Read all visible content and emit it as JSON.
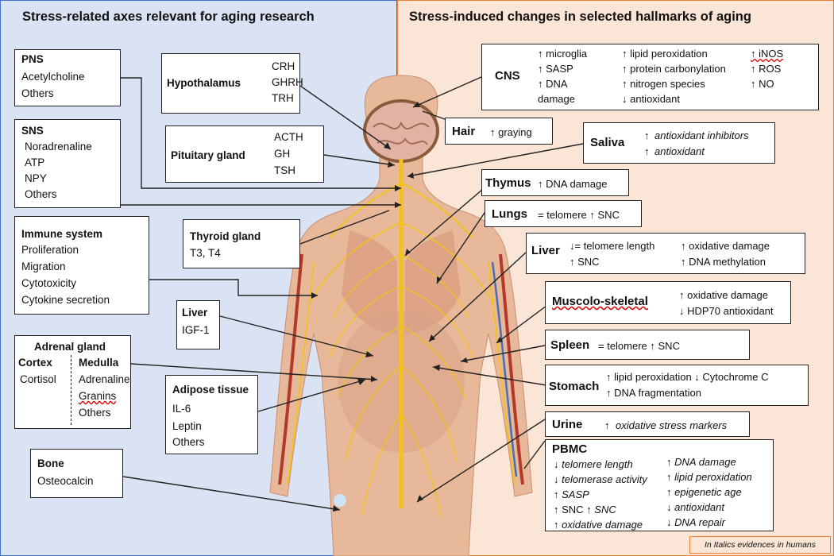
{
  "left_heading": "Stress-related axes relevant for aging research",
  "right_heading": "Stress-induced changes in selected hallmarks of aging",
  "left": {
    "pns": {
      "title": "PNS",
      "items": [
        "Acetylcholine",
        "Others"
      ]
    },
    "sns": {
      "title": "SNS",
      "items": [
        "Noradrenaline",
        "ATP",
        "NPY",
        "Others"
      ]
    },
    "immune": {
      "title": "Immune system",
      "items": [
        "Proliferation",
        "Migration",
        "Cytotoxicity",
        "Cytokine secretion"
      ]
    },
    "adrenal": {
      "title": "Adrenal gland",
      "cortex": "Cortex",
      "cortex_item": "Cortisol",
      "medulla": "Medulla",
      "medulla_items": [
        "Adrenaline",
        "Granins",
        "Others"
      ]
    },
    "bone": {
      "title": "Bone",
      "items": [
        "Osteocalcin"
      ]
    },
    "hypothalamus": {
      "title": "Hypothalamus",
      "items": [
        "CRH",
        "GHRH",
        "TRH"
      ]
    },
    "pituitary": {
      "title": "Pituitary gland",
      "items": [
        "ACTH",
        "GH",
        "TSH"
      ]
    },
    "thyroid": {
      "title": "Thyroid gland",
      "items": [
        "T3, T4"
      ]
    },
    "liver": {
      "title": "Liver",
      "items": [
        "IGF-1"
      ]
    },
    "adipose": {
      "title": "Adipose tissue",
      "items": [
        "IL-6",
        "Leptin",
        "Others"
      ]
    }
  },
  "right": {
    "cns": {
      "title": "CNS",
      "col1": [
        "↑ microglia",
        "↑ SASP",
        "↑ DNA",
        "damage"
      ],
      "col2": [
        "↑ lipid peroxidation",
        "↑ protein carbonylation",
        "↑ nitrogen species",
        "↓ antioxidant"
      ],
      "col3": [
        "↑ iNOS",
        "↑ ROS",
        "↑ NO"
      ]
    },
    "hair": {
      "title": "Hair",
      "text": "↑ graying"
    },
    "saliva": {
      "title": "Saliva",
      "arrow1": "↑",
      "item1": "antioxidant inhibitors",
      "arrow2": "↑",
      "item2": "antioxidant"
    },
    "thymus": {
      "title": "Thymus",
      "text": "↑ DNA damage"
    },
    "lungs": {
      "title": "Lungs",
      "text": "= telomere ↑ SNC"
    },
    "liver": {
      "title": "Liver",
      "col1": [
        "↓= telomere length",
        "↑ SNC"
      ],
      "col2": [
        "↑ oxidative damage",
        "↑ DNA methylation"
      ]
    },
    "muscolo": {
      "title": "Muscolo-skeletal",
      "items": [
        "↑ oxidative damage",
        "↓ HDP70 antioxidant"
      ]
    },
    "spleen": {
      "title": "Spleen",
      "text": "= telomere  ↑ SNC"
    },
    "stomach": {
      "title": "Stomach",
      "items": [
        "↑ lipid peroxidation ↓ Cytochrome C",
        "↑ DNA fragmentation"
      ]
    },
    "urine": {
      "title": "Urine",
      "arrow": "↑",
      "item": "oxidative stress markers"
    },
    "pbmc": {
      "title": "PBMC",
      "col1": [
        {
          "a": "↓",
          "t": "telomere length"
        },
        {
          "a": "↓",
          "t": "telomerase activity"
        },
        {
          "a": "↑",
          "t": "SASP"
        },
        {
          "a": "↑ SNC ↑",
          "t": "SNC"
        },
        {
          "a": "↑",
          "t": "oxidative damage"
        }
      ],
      "col2": [
        {
          "a": "↑",
          "t": "DNA damage"
        },
        {
          "a": "↑",
          "t": "lipid peroxidation"
        },
        {
          "a": "↑",
          "t": "epigenetic age"
        },
        {
          "a": "↓",
          "t": "antioxidant"
        },
        {
          "a": "↓",
          "t": "DNA repair"
        }
      ]
    }
  },
  "footnote": "In Italics evidences in humans",
  "colors": {
    "left_bg": "#dae3f3",
    "left_border": "#4472c4",
    "right_bg": "#fbe5d6",
    "right_border": "#ed7d31",
    "nerve": "#f2c21b",
    "skin": "#e8b89a"
  }
}
